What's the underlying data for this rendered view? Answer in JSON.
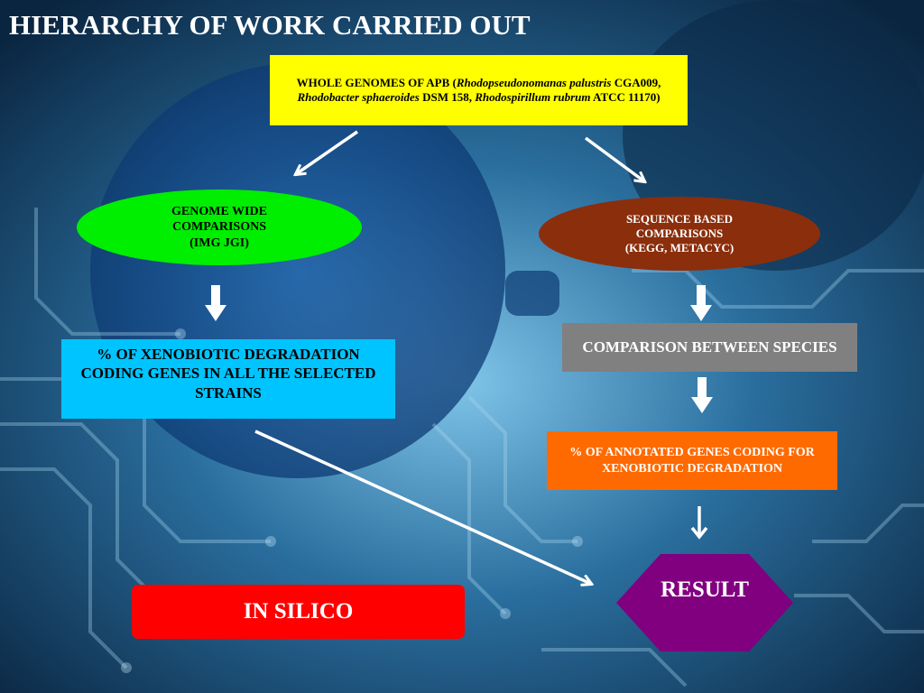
{
  "title": "HIERARCHY OF WORK CARRIED OUT",
  "nodes": {
    "genomes": {
      "prefix": "WHOLE GENOMES OF APB (",
      "species1": "Rhodopseudonomanas palustris",
      "strain1": " CGA009,",
      "species2": "Rhodobacter sphaeroides",
      "strain2": " DSM 158, ",
      "species3": "Rhodospirillum rubrum",
      "strain3": " ATCC 11170",
      "suffix": ")"
    },
    "genome_wide": {
      "line1": "GENOME WIDE",
      "line2": "COMPARISONS",
      "line3": "(IMG JGI)"
    },
    "sequence_based": {
      "line1": "SEQUENCE BASED",
      "line2": "COMPARISONS",
      "line3": "(KEGG, METACYC)"
    },
    "xenobiotic_percent": "% OF XENOBIOTIC DEGRADATION CODING GENES IN ALL THE SELECTED STRAINS",
    "comparison_species": "COMPARISON BETWEEN SPECIES",
    "annotated_percent": "% OF ANNOTATED GENES CODING FOR XENOBIOTIC DEGRADATION",
    "result": "RESULT",
    "in_silico": "IN SILICO"
  },
  "colors": {
    "genomes": "#ffff00",
    "genome_wide": "#00ee00",
    "sequence_based": "#8b2e0c",
    "xenobiotic_percent": "#00c4ff",
    "comparison_species": "#808080",
    "annotated_percent": "#ff6a00",
    "result": "#800080",
    "in_silico": "#ff0000"
  }
}
